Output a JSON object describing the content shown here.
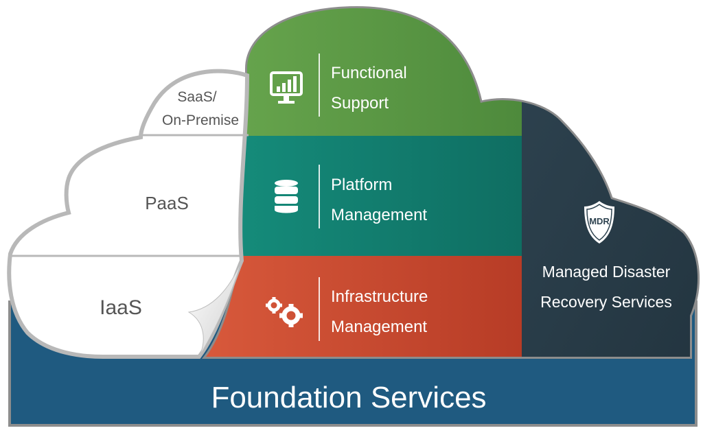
{
  "layers": {
    "saas": "SaaS/",
    "saas_line2": "On-Premise",
    "paas": "PaaS",
    "iaas": "IaaS"
  },
  "services": {
    "functional": {
      "line1": "Functional",
      "line2": "Support",
      "icon": "monitor-chart-icon",
      "color": "#5f9c45"
    },
    "platform": {
      "line1": "Platform",
      "line2": "Management",
      "icon": "database-icon",
      "color": "#13806f"
    },
    "infrastructure": {
      "line1": "Infrastructure",
      "line2": "Management",
      "icon": "gears-icon",
      "color": "#c8472e"
    }
  },
  "mdr": {
    "badge": "MDR",
    "line1": "Managed Disaster",
    "line2": "Recovery Services",
    "icon": "shield-icon",
    "color": "#2a3f4e"
  },
  "foundation": {
    "label": "Foundation Services",
    "color": "#1f5a80"
  }
}
